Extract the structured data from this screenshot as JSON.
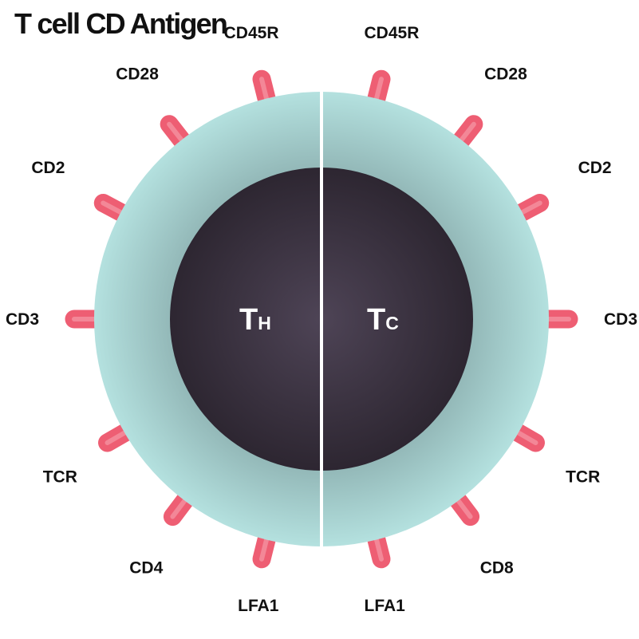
{
  "title": "T cell CD Antigen",
  "colors": {
    "membrane": "#b2dfdc",
    "nucleus": "#332b37",
    "receptor": "#ee5e73"
  },
  "cells": {
    "left": {
      "main": "T",
      "sub": "H",
      "antigens": [
        "CD45R",
        "CD28",
        "CD2",
        "CD3",
        "TCR",
        "CD4",
        "LFA1"
      ]
    },
    "right": {
      "main": "T",
      "sub": "C",
      "antigens": [
        "CD45R",
        "CD28",
        "CD2",
        "CD3",
        "TCR",
        "CD8",
        "LFA1"
      ]
    }
  }
}
